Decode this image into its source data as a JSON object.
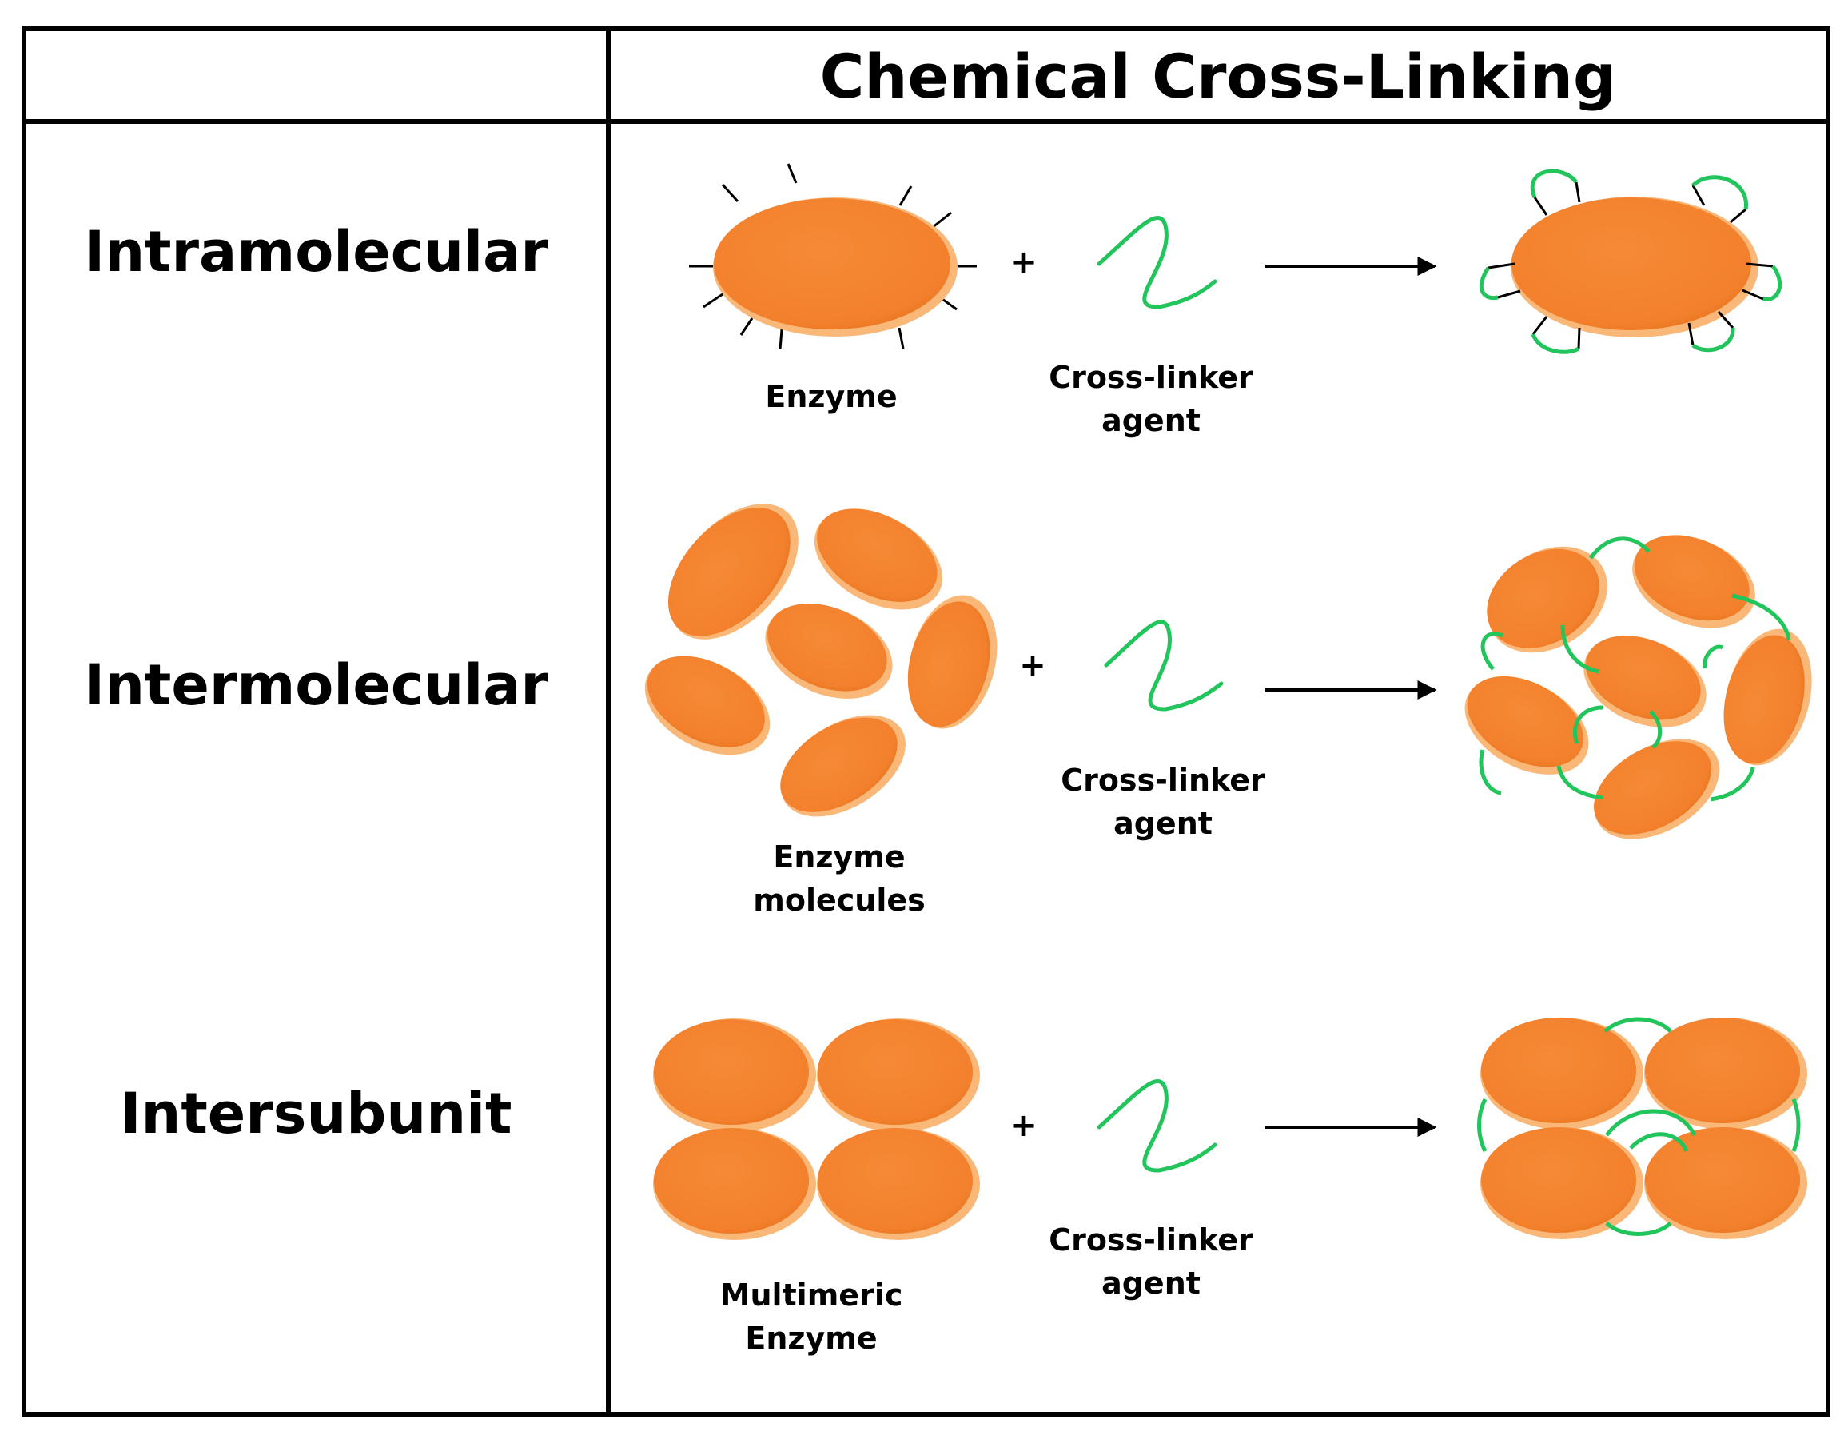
{
  "header": {
    "title": "Chemical Cross-Linking"
  },
  "rows": [
    {
      "label": "Intramolecular",
      "enzyme_caption": "Enzyme",
      "plus": "+",
      "agent_caption": [
        "Cross-linker",
        "agent"
      ]
    },
    {
      "label": "Intermolecular",
      "enzyme_caption": [
        "Enzyme",
        "molecules"
      ],
      "plus": "+",
      "agent_caption": [
        "Cross-linker",
        "agent"
      ]
    },
    {
      "label": "Intersubunit",
      "enzyme_caption": [
        "Multimeric",
        "Enzyme"
      ],
      "plus": "+",
      "agent_caption": [
        "Cross-linker",
        "agent"
      ]
    }
  ],
  "colors": {
    "enzyme": "#f4822f",
    "enzyme_rim": "#f9b778",
    "cross_linker": "#22c45c",
    "ink": "#000000"
  }
}
